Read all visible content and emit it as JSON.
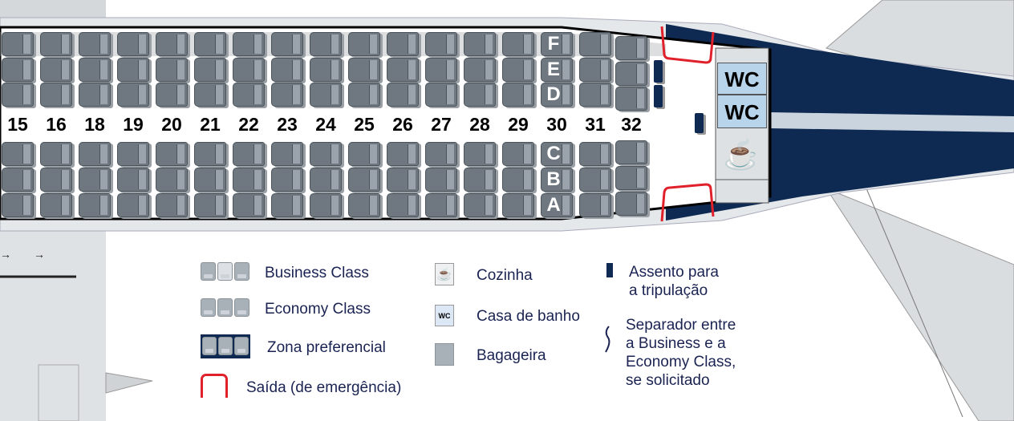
{
  "seat_rows": [
    "15",
    "16",
    "18",
    "19",
    "20",
    "21",
    "22",
    "23",
    "24",
    "25",
    "26",
    "27",
    "28",
    "29",
    "30",
    "31",
    "32"
  ],
  "seat_letters": {
    "upper": [
      "F",
      "E",
      "D"
    ],
    "lower": [
      "C",
      "B",
      "A"
    ]
  },
  "lavatories": [
    "WC",
    "WC"
  ],
  "galley_icon": "coffee-cup-icon",
  "legend": {
    "business": "Business Class",
    "economy": "Economy Class",
    "preferred": "Zona preferencial",
    "exit": "Saída (de emergência)",
    "galley": "Cozinha",
    "wc_icon": "WC",
    "wc": "Casa de banho",
    "baggage": "Bagageira",
    "crew_line1": "Assento para",
    "crew_line2": "a tripulação",
    "separator_line1": "Separador entre",
    "separator_line2": "a Business e a",
    "separator_line3": "Economy Class,",
    "separator_line4": "se solicitado"
  },
  "colors": {
    "navy": "#0f2a52",
    "exit_red": "#e0202a",
    "seat": "#6f7880",
    "lavatory": "#b8d4ea",
    "text": "#1a2352"
  }
}
